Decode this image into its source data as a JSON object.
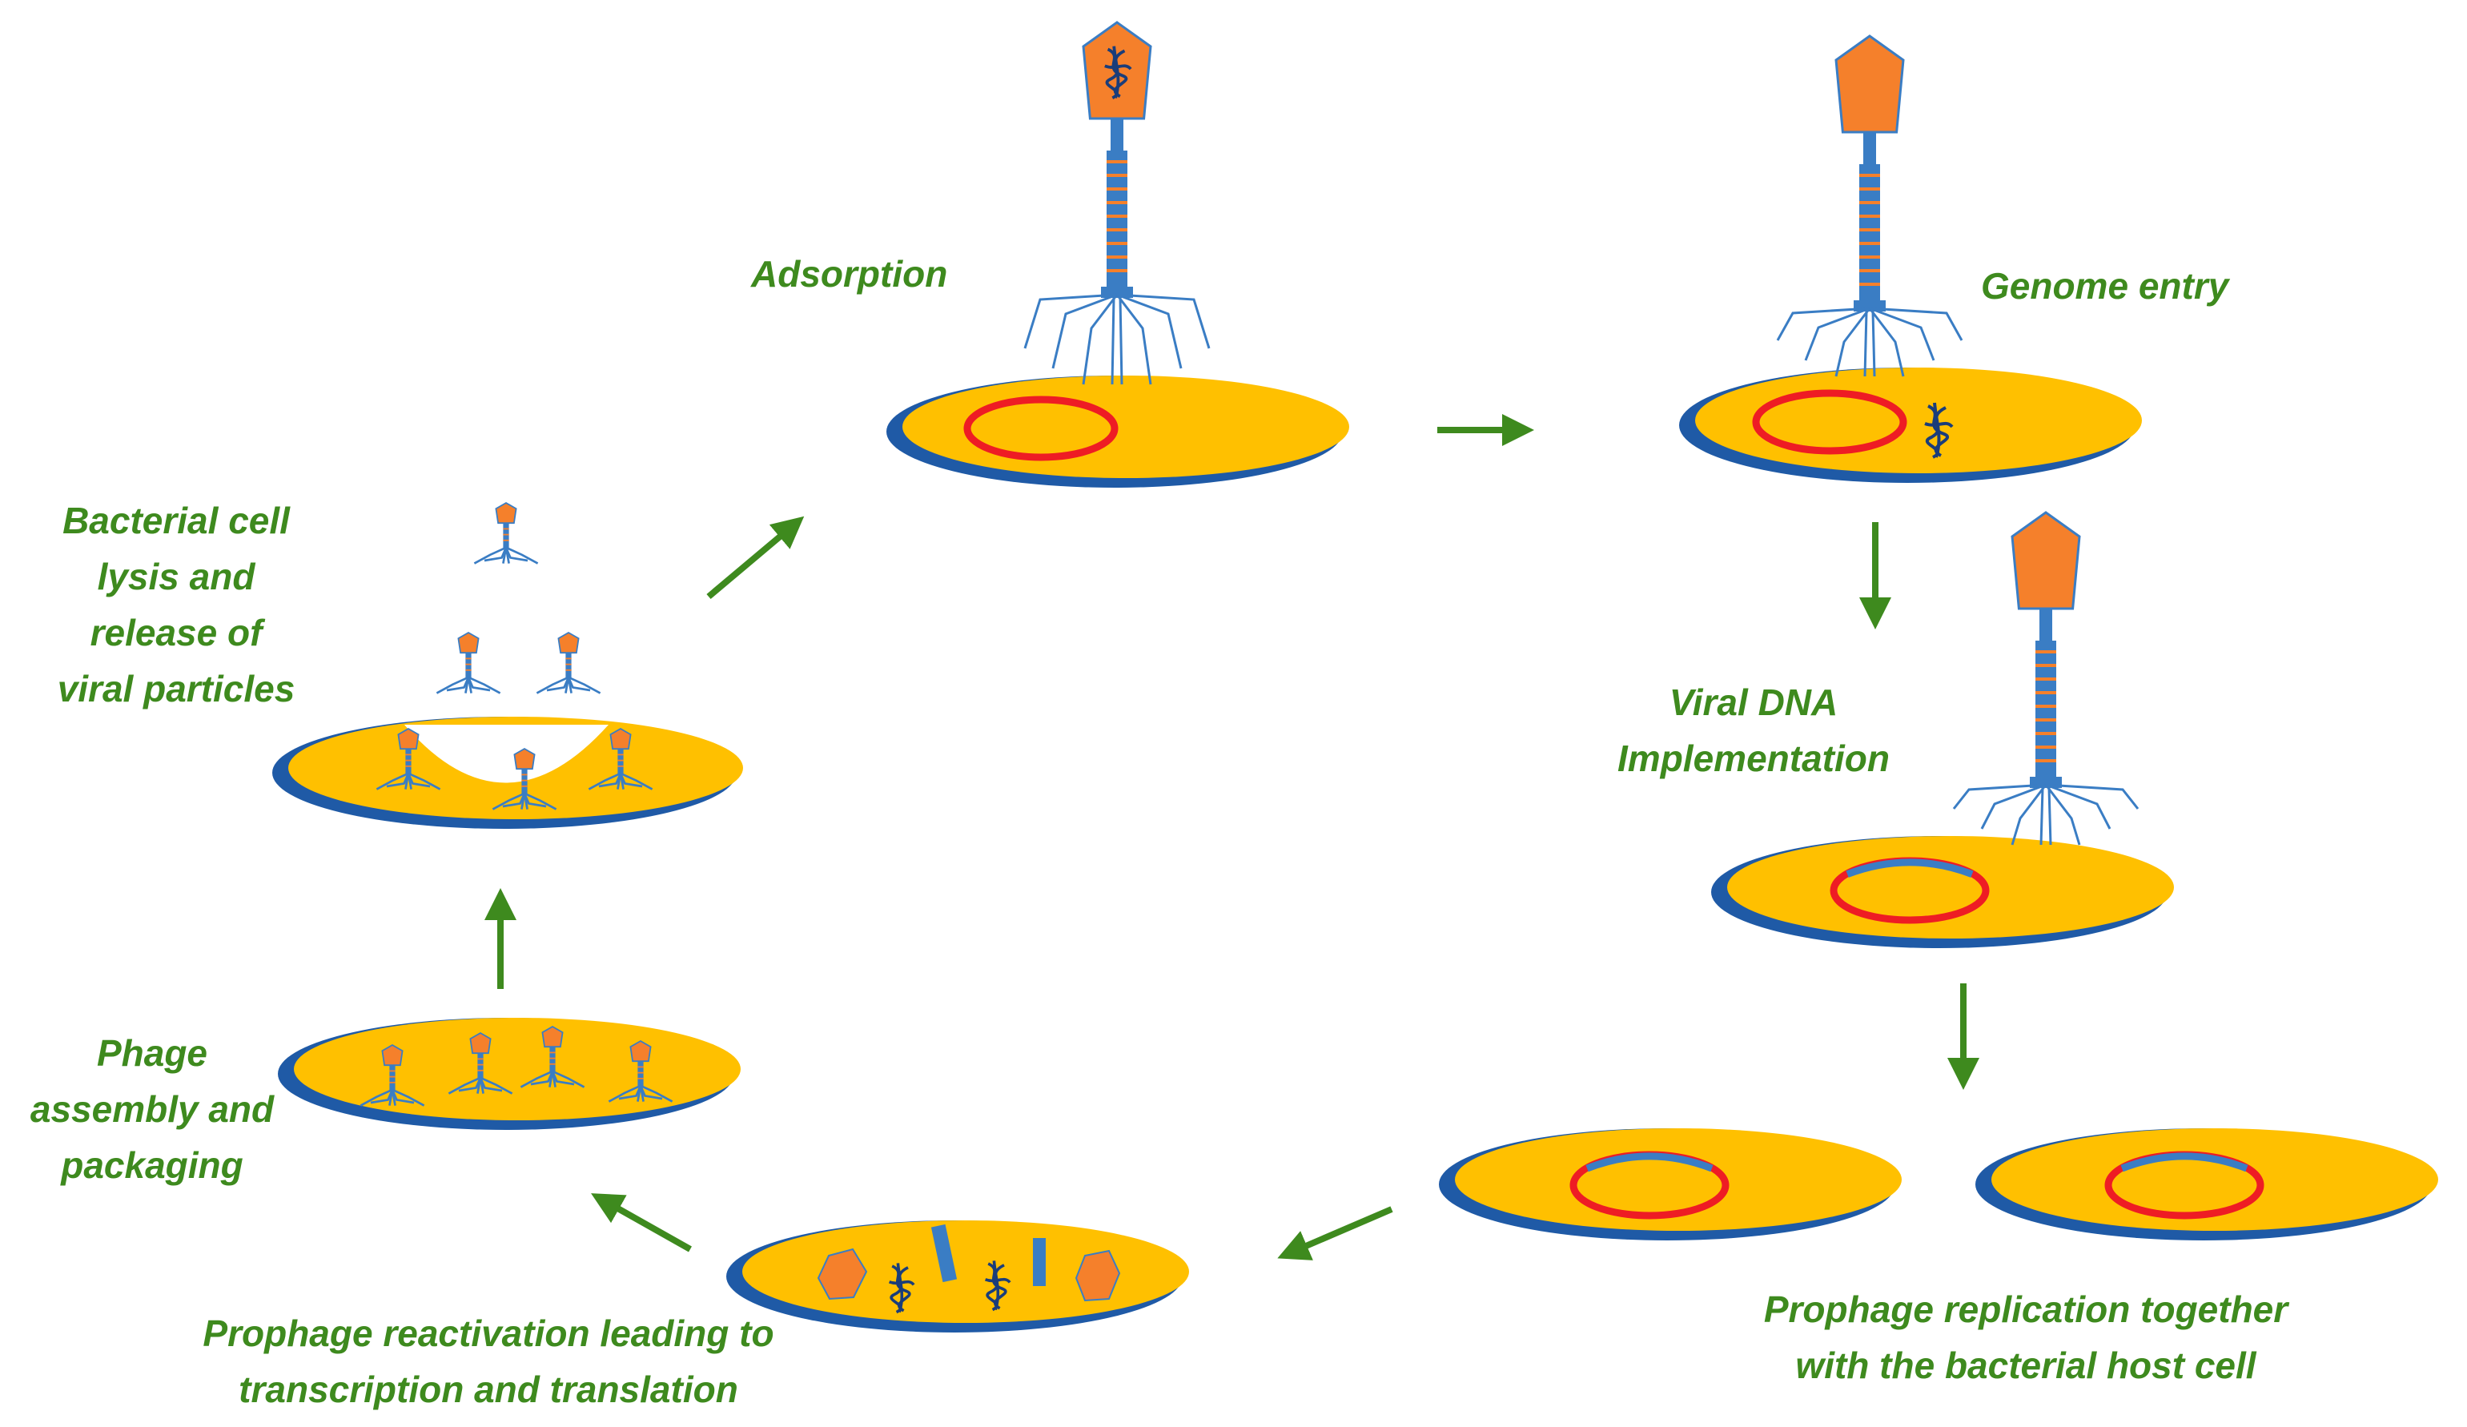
{
  "labels": {
    "adsorption": "Adsorption",
    "genome_entry": "Genome entry",
    "viral_dna": [
      "Viral DNA",
      "Implementation"
    ],
    "replication": [
      "Prophage replication together",
      "with the bacterial host cell"
    ],
    "reactivation": [
      "Prophage reactivation leading to",
      "transcription and translation"
    ],
    "assembly": [
      "Phage",
      "assembly and",
      "packaging"
    ],
    "lysis": [
      "Bacterial cell",
      "lysis and",
      "release of",
      "viral particles"
    ]
  },
  "colors": {
    "cell_fill": "#ffc000",
    "cell_border": "#1f5aa6",
    "plasmid": "#ee1c24",
    "phage_head": "#f5802b",
    "phage_body": "#3a7dc4",
    "dna": "#1a3d7a",
    "arrow": "#3e8a1e",
    "text": "#3e8a1e"
  }
}
